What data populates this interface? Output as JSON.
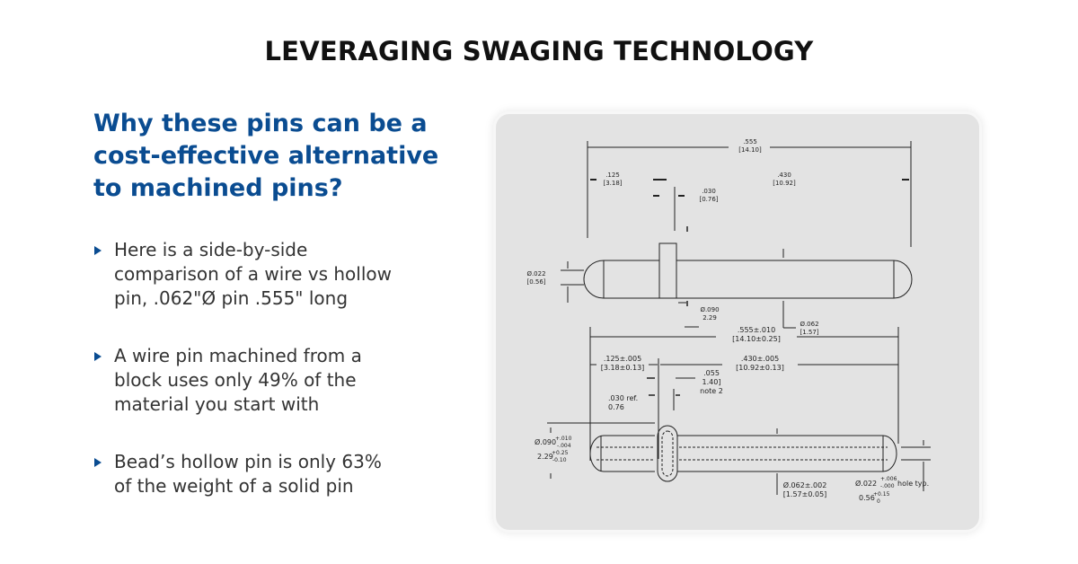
{
  "slide": {
    "title": "LEVERAGING SWAGING TECHNOLOGY",
    "heading_lines": [
      "Why these pins can be a",
      "cost-effective alternative",
      "to machined pins?"
    ],
    "bullets": [
      {
        "lines": [
          "Here is a side-by-side",
          "comparison of a wire vs hollow",
          "pin, .062\"Ø pin .555\" long"
        ]
      },
      {
        "lines": [
          "A wire pin machined from a",
          "block  uses only 49% of the",
          "material you start with"
        ]
      },
      {
        "lines": [
          "Bead’s hollow pin is only 63%",
          "of the weight of a solid pin"
        ]
      }
    ],
    "colors": {
      "title": "#111111",
      "heading": "#0a4c91",
      "bullet_marker": "#0a4c91",
      "body_text": "#333333",
      "panel_bg": "#e3e3e3"
    }
  },
  "drawing": {
    "wire_pin": {
      "overall_length": ".555",
      "overall_length_mm": "[14.10]",
      "head_offset": ".125",
      "head_offset_mm": "[3.18]",
      "shank_length": ".430",
      "shank_length_mm": "[10.92]",
      "collar_width": ".030",
      "collar_width_mm": "[0.76]",
      "tip_diameter": "Ø.022",
      "tip_diameter_mm": "[0.56]",
      "pin_diameter": "Ø.062",
      "pin_diameter_mm": "[1.57]",
      "collar_diameter": "Ø.090",
      "collar_diameter_mm": "2.29"
    },
    "hollow_pin": {
      "overall_length": ".555±.010",
      "overall_length_mm": "[14.10±0.25]",
      "head_offset": ".125±.005",
      "head_offset_mm": "[3.18±0.13]",
      "shank_length": ".430±.005",
      "shank_length_mm": "[10.92±0.13]",
      "bead_width": ".055",
      "bead_width_mm": "1.40]",
      "bead_note": "note 2",
      "wall_ref": ".030  ref.",
      "wall_ref_mm": "0.76",
      "bead_diameter": "Ø.090",
      "bead_diameter_tol_plus": "+.010",
      "bead_diameter_tol_minus": "-.004",
      "bead_diameter_mm": "2.29",
      "bead_diameter_mm_tol_plus": "+0.25",
      "bead_diameter_mm_tol_minus": "-0.10",
      "pin_diameter": "Ø.062±.002",
      "pin_diameter_mm": "[1.57±0.05]",
      "hole_diameter": "Ø.022",
      "hole_tol_plus": "+.006",
      "hole_tol_minus": "-.000",
      "hole_label": "hole typ.",
      "hole_mm": "0.56",
      "hole_mm_tol_plus": "+0.15",
      "hole_mm_tol_minus": "0"
    }
  }
}
